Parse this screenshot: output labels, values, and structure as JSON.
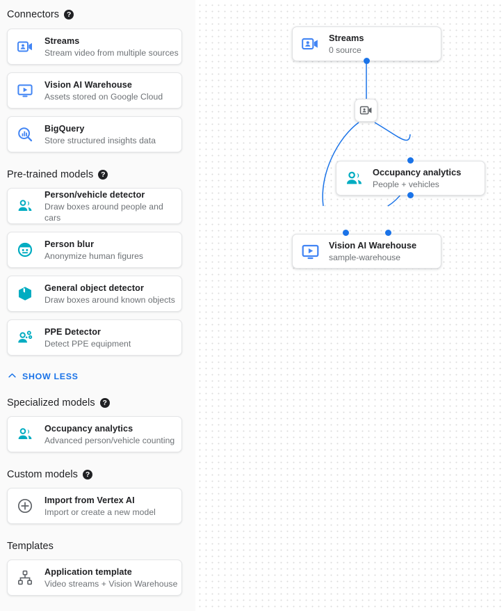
{
  "sidebar": {
    "sections": [
      {
        "id": "connectors",
        "title": "Connectors",
        "has_help": true,
        "help_glyph": "?",
        "items": [
          {
            "icon": "video-camera-person-icon",
            "color": "#4285f4",
            "title": "Streams",
            "subtitle": "Stream video from multiple sources"
          },
          {
            "icon": "monitor-play-icon",
            "color": "#4285f4",
            "title": "Vision AI Warehouse",
            "subtitle": "Assets stored on Google Cloud"
          },
          {
            "icon": "bigquery-magnifier-icon",
            "color": "#4285f4",
            "title": "BigQuery",
            "subtitle": "Store structured insights data"
          }
        ]
      },
      {
        "id": "pre-trained-models",
        "title": "Pre-trained models",
        "has_help": true,
        "help_glyph": "?",
        "items": [
          {
            "icon": "people-group-icon",
            "color": "#00acc1",
            "title": "Person/vehicle detector",
            "subtitle": "Draw boxes around people and cars"
          },
          {
            "icon": "face-circle-icon",
            "color": "#00acc1",
            "title": "Person blur",
            "subtitle": "Anonymize human figures"
          },
          {
            "icon": "cube-icon",
            "color": "#00acc1",
            "title": "General object detector",
            "subtitle": "Draw boxes around known objects"
          },
          {
            "icon": "person-ppe-icon",
            "color": "#00acc1",
            "title": "PPE Detector",
            "subtitle": "Detect PPE equipment"
          }
        ],
        "toggle": {
          "label": "SHOW LESS",
          "icon": "chevron-up-icon",
          "color": "#1a73e8"
        }
      },
      {
        "id": "specialized-models",
        "title": "Specialized models",
        "has_help": true,
        "help_glyph": "?",
        "items": [
          {
            "icon": "people-group-icon",
            "color": "#00acc1",
            "title": "Occupancy analytics",
            "subtitle": "Advanced person/vehicle counting"
          }
        ]
      },
      {
        "id": "custom-models",
        "title": "Custom models",
        "has_help": true,
        "help_glyph": "?",
        "items": [
          {
            "icon": "plus-circle-icon",
            "color": "#5f6368",
            "title": "Import from Vertex AI",
            "subtitle": "Import or create a new model"
          }
        ]
      },
      {
        "id": "templates",
        "title": "Templates",
        "has_help": false,
        "help_glyph": "",
        "items": [
          {
            "icon": "hierarchy-icon",
            "color": "#5f6368",
            "title": "Application template",
            "subtitle": "Video streams + Vision Warehouse"
          }
        ]
      }
    ]
  },
  "canvas": {
    "edge_color": "#1a73e8",
    "nodes": [
      {
        "id": "streams",
        "icon": "video-camera-person-icon",
        "color": "#4285f4",
        "title": "Streams",
        "subtitle": "0 source"
      },
      {
        "id": "occupancy-analytics",
        "icon": "people-group-icon",
        "color": "#00acc1",
        "title": "Occupancy analytics",
        "subtitle": "People + vehicles"
      },
      {
        "id": "vision-ai-warehouse",
        "icon": "monitor-play-icon",
        "color": "#4285f4",
        "title": "Vision AI Warehouse",
        "subtitle": "sample-warehouse"
      }
    ],
    "badge": {
      "icon": "video-camera-person-icon",
      "color": "#5f6368"
    }
  }
}
